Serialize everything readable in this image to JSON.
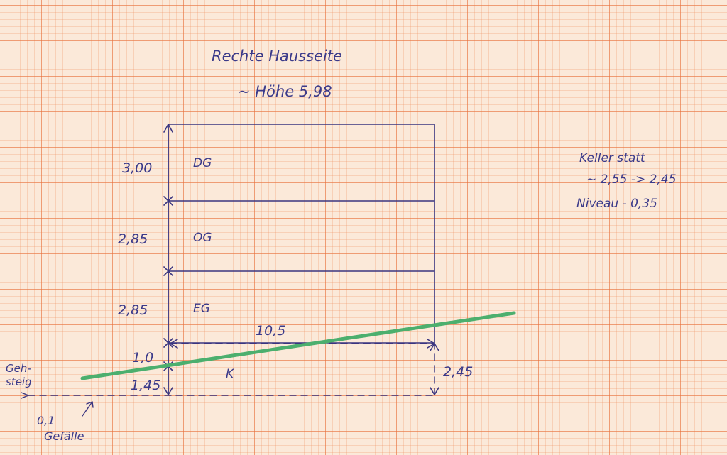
{
  "title": "Rechte Hausseite",
  "subtitle": "~ Höhe 5,98",
  "floors": [
    {
      "label": "DG",
      "height": "3,00"
    },
    {
      "label": "OG",
      "height": "2,85"
    },
    {
      "label": "EG",
      "height": "2,85"
    },
    {
      "label": "K",
      "height": "1,0"
    }
  ],
  "dims": {
    "width": "10,5",
    "right_height": "2,45",
    "below_ground": "1,45"
  },
  "sidewalk": {
    "label_line1": "Geh-",
    "label_line2": "steig",
    "slope_value": "0,1",
    "slope_label": "Gefälle"
  },
  "notes": {
    "line1": "Keller statt",
    "line2": "~ 2,55 -> 2,45",
    "line3": "Niveau - 0,35"
  },
  "colors": {
    "ink": "#3a3580",
    "terrain": "#4caf6e",
    "grid_major": "#e8703c",
    "grid_minor": "#f0966a",
    "paper": "#fbe9d9"
  }
}
